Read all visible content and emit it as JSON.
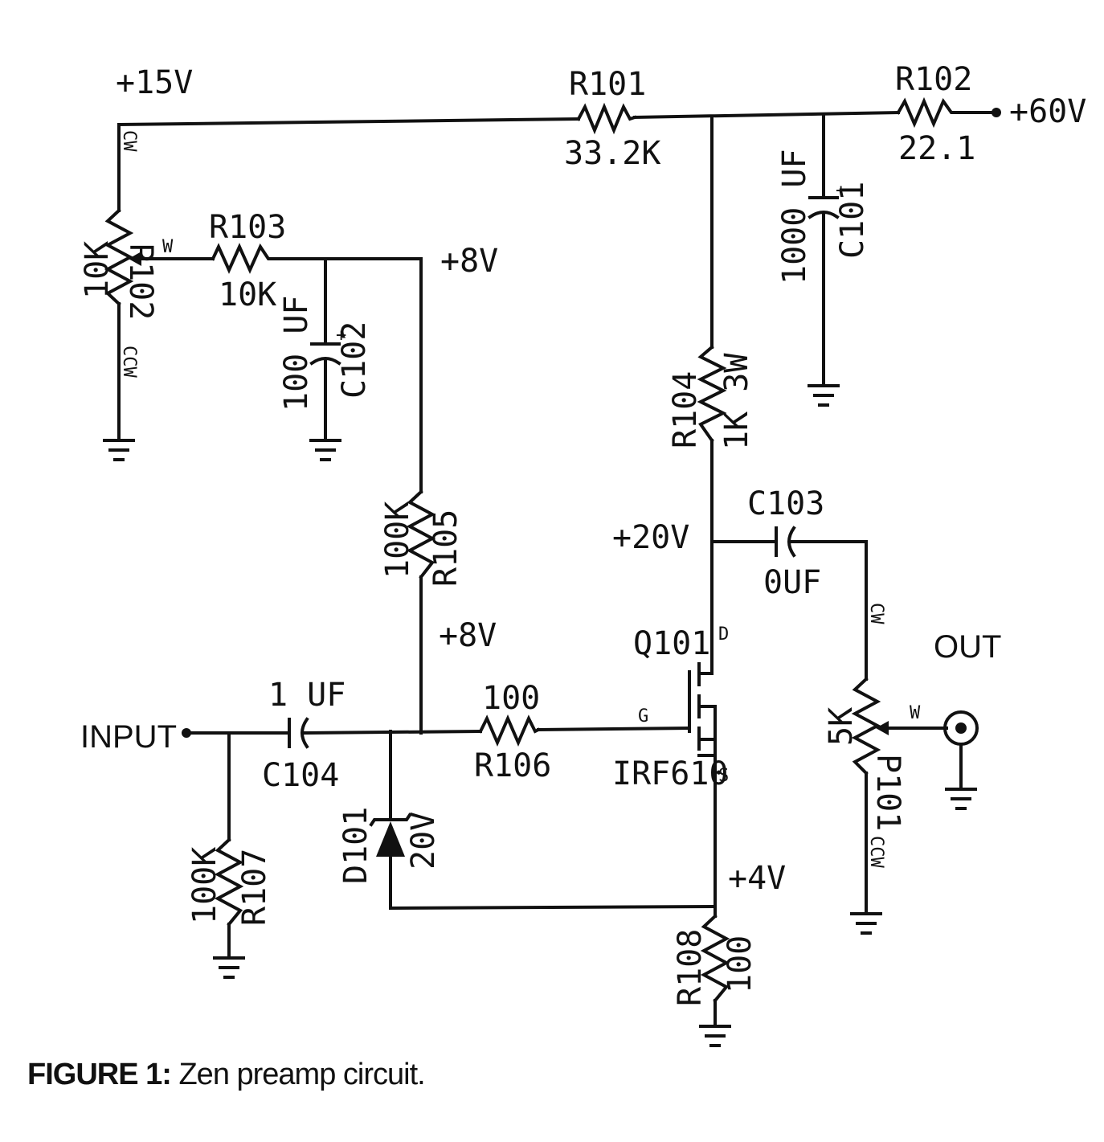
{
  "rails": {
    "v15": "+15V",
    "v60": "+60V",
    "v8_top": "+8V",
    "v8_mid": "+8V",
    "v20": "+20V",
    "v4": "+4V"
  },
  "components": {
    "r101": {
      "ref": "R101",
      "value": "33.2K"
    },
    "r102": {
      "ref": "R102",
      "value": "22.1"
    },
    "r103": {
      "ref": "R103",
      "value": "10K"
    },
    "r104": {
      "ref": "R104",
      "value": "1K 3W"
    },
    "r105": {
      "ref": "R105",
      "value": "100K"
    },
    "r106": {
      "ref": "R106",
      "value": "100"
    },
    "r107": {
      "ref": "R107",
      "value": "100K"
    },
    "r108": {
      "ref": "R108",
      "value": "100"
    },
    "c101": {
      "ref": "C101",
      "value": "1000 UF"
    },
    "c102": {
      "ref": "C102",
      "value": "100 UF"
    },
    "c103": {
      "ref": "C103",
      "value": "0UF"
    },
    "c104": {
      "ref": "C104",
      "value": "1 UF"
    },
    "p101": {
      "ref": "P101",
      "value": "5K"
    },
    "p102": {
      "ref": "P102",
      "value": "10K"
    },
    "d101": {
      "ref": "D101",
      "value": "20V"
    },
    "q101": {
      "ref": "Q101",
      "part": "IRF610"
    }
  },
  "pins": {
    "cw": "CW",
    "ccw": "CCW",
    "w": "W",
    "g": "G",
    "d": "D",
    "s": "S"
  },
  "ports": {
    "input": "INPUT",
    "out": "OUT"
  },
  "caption": {
    "label": "FIGURE 1:",
    "text": "Zen preamp circuit."
  }
}
